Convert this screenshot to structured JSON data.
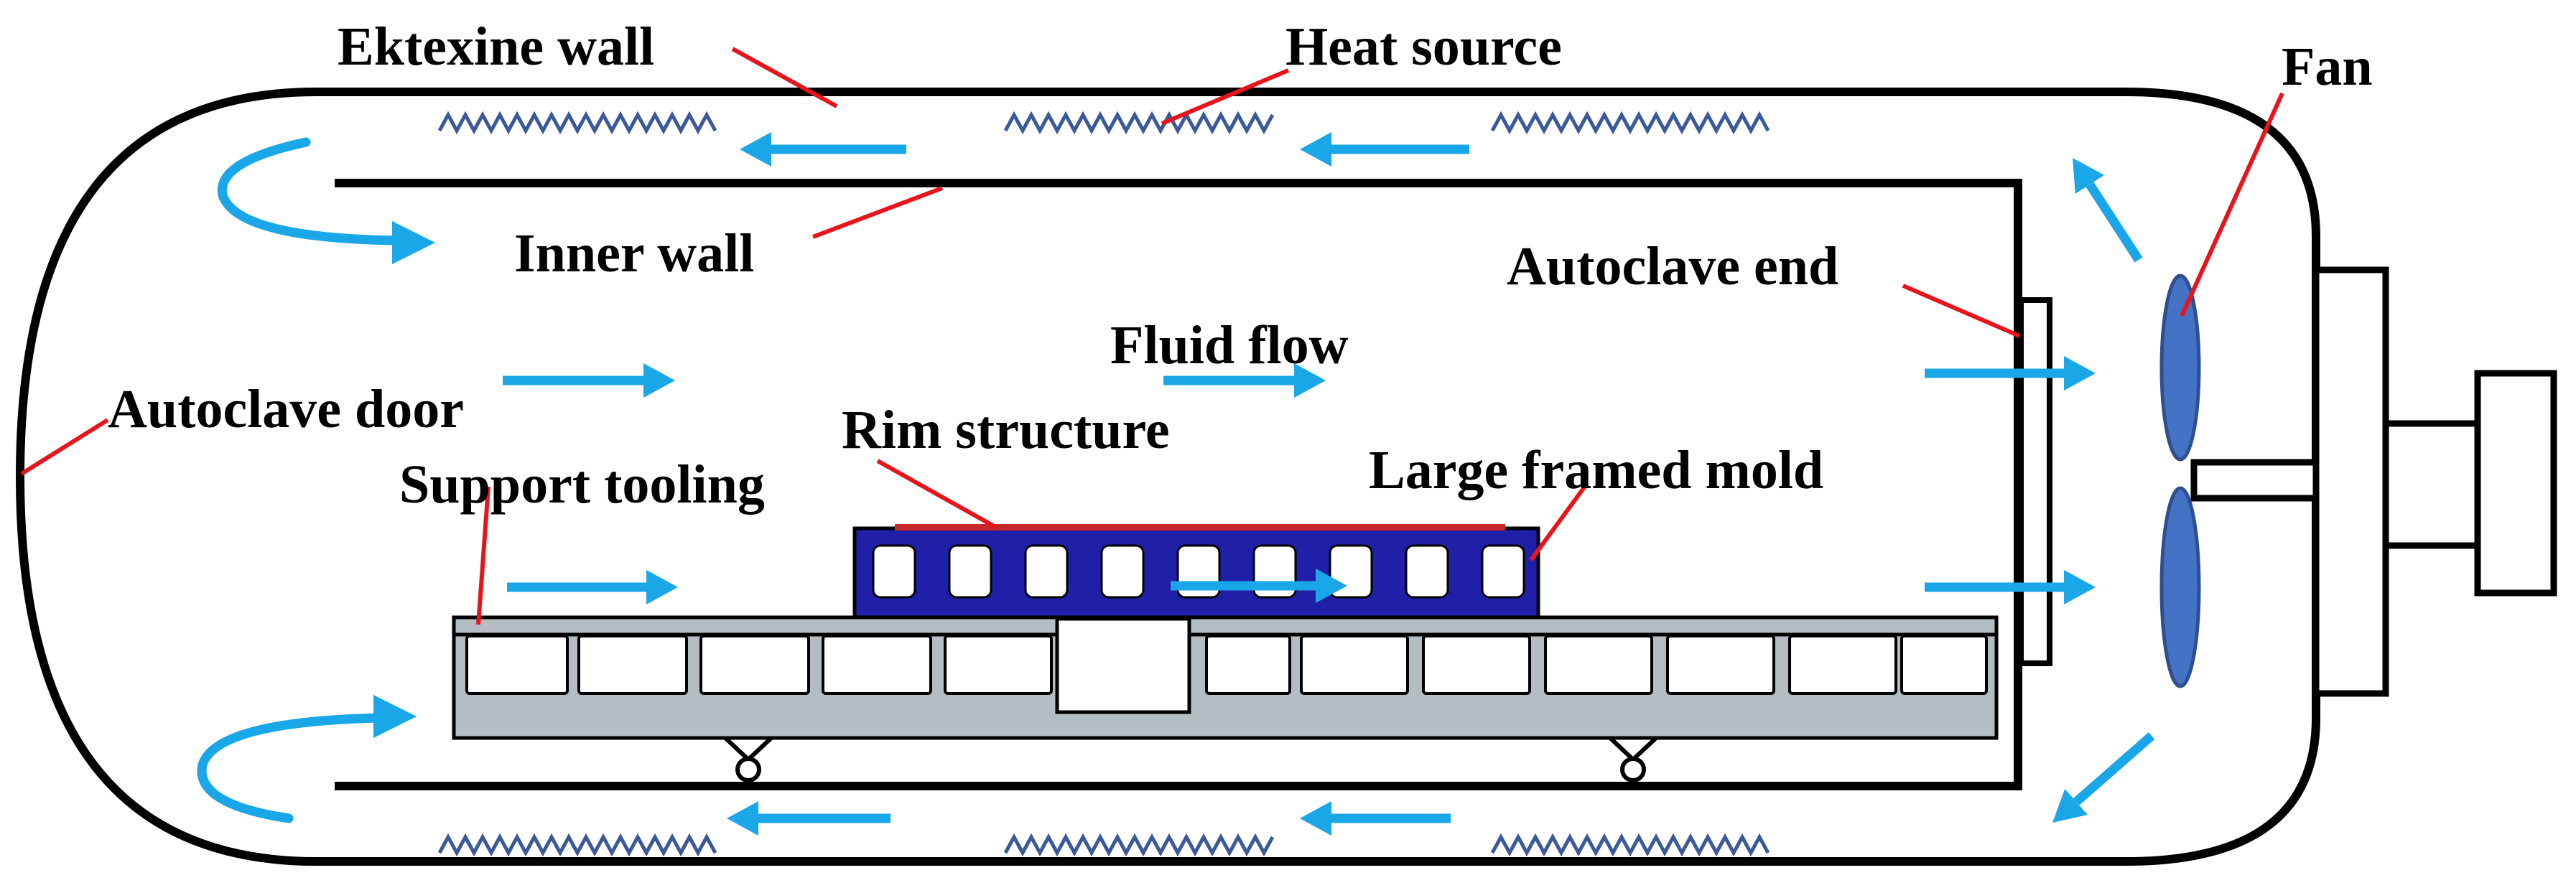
{
  "labels": {
    "ektexine_wall": "Ektexine wall",
    "heat_source": "Heat source",
    "fan": "Fan",
    "inner_wall": "Inner wall",
    "autoclave_end": "Autoclave end",
    "fluid_flow": "Fluid flow",
    "autoclave_door": "Autoclave door",
    "rim_structure": "Rim structure",
    "large_framed_mold": "Large framed mold",
    "support_tooling": "Support tooling"
  },
  "colors": {
    "outline": "#000000",
    "leader_line": "#e8141c",
    "flow_arrow": "#1aa7e8",
    "heater_zigzag": "#3b5998",
    "fan_blade": "#4472c4",
    "mold_frame": "#1f1fa8",
    "rim_strip": "#c42828",
    "tooling_body": "#b4bec2"
  },
  "icons": {
    "flow": "arrow-icon",
    "heater": "zigzag-heating-element-icon",
    "fan": "two-blade-fan-icon",
    "wheel": "caster-wheel-icon"
  }
}
